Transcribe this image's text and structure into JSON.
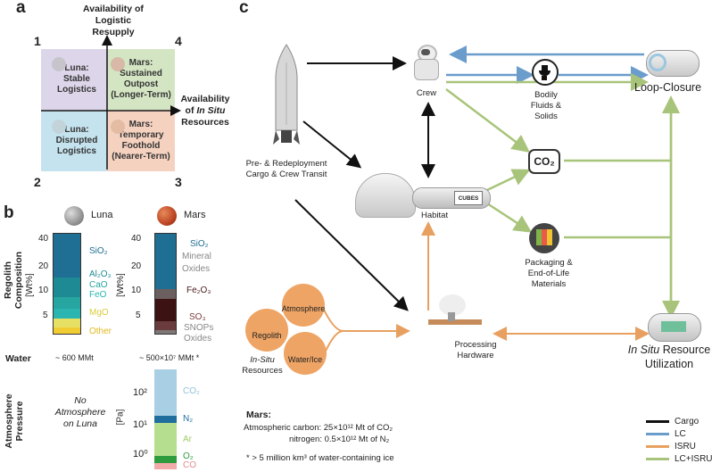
{
  "panels": {
    "a": "a",
    "b": "b",
    "c": "c"
  },
  "panel_a": {
    "y_axis": [
      "Availability of",
      "Logistic",
      "Resupply"
    ],
    "x_axis": [
      "Availability",
      "of In Situ",
      "Resources"
    ],
    "x_axis_html_line2_pre": "of ",
    "x_axis_html_line2_it": "In Situ",
    "quadrant_numbers": [
      "1",
      "4",
      "2",
      "3"
    ],
    "quadrants": {
      "q1": [
        "Luna:",
        "Stable",
        "Logistics"
      ],
      "q4": [
        "Mars: Sustained",
        "Outpost",
        "(Longer-Term)"
      ],
      "q2": [
        "Luna:",
        "Disrupted",
        "Logistics"
      ],
      "q3": [
        "Mars: Temporary",
        "Foothold",
        "(Nearer-Term)"
      ]
    },
    "colors": {
      "q1": "#ddd5ea",
      "q4": "#d4e5c3",
      "q2": "#c5e3ee",
      "q3": "#f5d2c0"
    }
  },
  "panel_b": {
    "luna_title": "Luna",
    "mars_title": "Mars",
    "regolith_label": [
      "Regolith",
      "Composition"
    ],
    "unit_wt": "[Wt%]",
    "unit_pa": "[Pa]",
    "water_label": "Water",
    "atmosphere_label": [
      "Atmosphere",
      "Pressure"
    ],
    "luna_ticks": [
      "40",
      "20",
      "10",
      "5"
    ],
    "mars_ticks": [
      "40",
      "20",
      "10",
      "5"
    ],
    "luna_water": "~ 600 MMt",
    "mars_water": "~ 500×10⁷ MMt *",
    "luna_atmosphere": [
      "No",
      "Atmosphere",
      "on Luna"
    ],
    "luna_composition": [
      {
        "name": "SiO₂",
        "wt": 44,
        "color": "#1f6e93",
        "text_color": "#1f6e93"
      },
      {
        "name": "Al₂O₃",
        "wt": 20,
        "color": "#1e8a93",
        "text_color": "#1e8a93"
      },
      {
        "name": "CaO",
        "wt": 12,
        "color": "#27a5a0",
        "text_color": "#27a5a0"
      },
      {
        "name": "FeO",
        "wt": 10,
        "color": "#2bb5b0",
        "text_color": "#2bb5b0"
      },
      {
        "name": "MgO",
        "wt": 9,
        "color": "#e6e064",
        "text_color": "#d8cc3a"
      },
      {
        "name": "Other",
        "wt": 5,
        "color": "#f1cd33",
        "text_color": "#e0b820"
      }
    ],
    "mars_composition": [
      {
        "name": "SiO₂",
        "wt": 45,
        "color": "#1f6e93",
        "text_color": "#1f6e93"
      },
      {
        "name": "Mineral Oxides",
        "wt": 8,
        "color": "#6b5f5f",
        "text_color": "#888"
      },
      {
        "name": "Fe₂O₃",
        "wt": 18,
        "color": "#3d1212",
        "text_color": "#4a1a1a"
      },
      {
        "name": "SO₃",
        "wt": 7,
        "color": "#6a3c3c",
        "text_color": "#7a3d3d"
      },
      {
        "name": "SNOPs Oxides",
        "wt": 3,
        "color": "#7d7777",
        "text_color": "#888"
      }
    ],
    "mars_atm_ticks": [
      "10²",
      "10¹",
      "10⁰"
    ],
    "mars_atmosphere": [
      {
        "name": "CO₂",
        "color": "#a9cfe4",
        "text_color": "#8fc2dd"
      },
      {
        "name": "N₂",
        "color": "#1f6e9e",
        "text_color": "#1f6e9e"
      },
      {
        "name": "Ar",
        "color": "#b5de8e",
        "text_color": "#9ccc6a"
      },
      {
        "name": "O₂",
        "color": "#2e9c3c",
        "text_color": "#2e9c3c"
      },
      {
        "name": "CO",
        "color": "#f2a9a9",
        "text_color": "#e28b8b"
      }
    ]
  },
  "panel_c": {
    "crew": "Crew",
    "bodily": [
      "Bodily",
      "Fluids &",
      "Solids"
    ],
    "loop_closure": "Loop-Closure",
    "co2": "CO₂",
    "packaging": [
      "Packaging &",
      "End-of-Life",
      "Materials"
    ],
    "habitat": "Habitat",
    "cubes": "CUBES",
    "transit": [
      "Pre- & Redeployment",
      "Cargo & Crew Transit"
    ],
    "processing": [
      "Processing",
      "Hardware"
    ],
    "isru_title_it": "In Situ",
    "isru_title_rest": " Resource",
    "isru_title_line2": "Utilization",
    "resources_it": "In-Situ",
    "resources_rest": "Resources",
    "res_atmosphere": "Atmosphere",
    "res_regolith": "Regolith",
    "res_water": "Water/Ice",
    "mars_title": "Mars:",
    "mars_carbon": "Atmospheric carbon: 25×10¹² Mt of CO₂",
    "mars_nitrogen": "nitrogen: 0.5×10¹² Mt of N₂",
    "footnote": "* > 5 million km³ of water-containing ice",
    "legend": [
      {
        "label": "Cargo",
        "color": "#111111"
      },
      {
        "label": "LC",
        "color": "#6a9ccc"
      },
      {
        "label": "ISRU",
        "color": "#e8a060"
      },
      {
        "label": "LC+ISRU",
        "color": "#a8c47a"
      }
    ]
  }
}
